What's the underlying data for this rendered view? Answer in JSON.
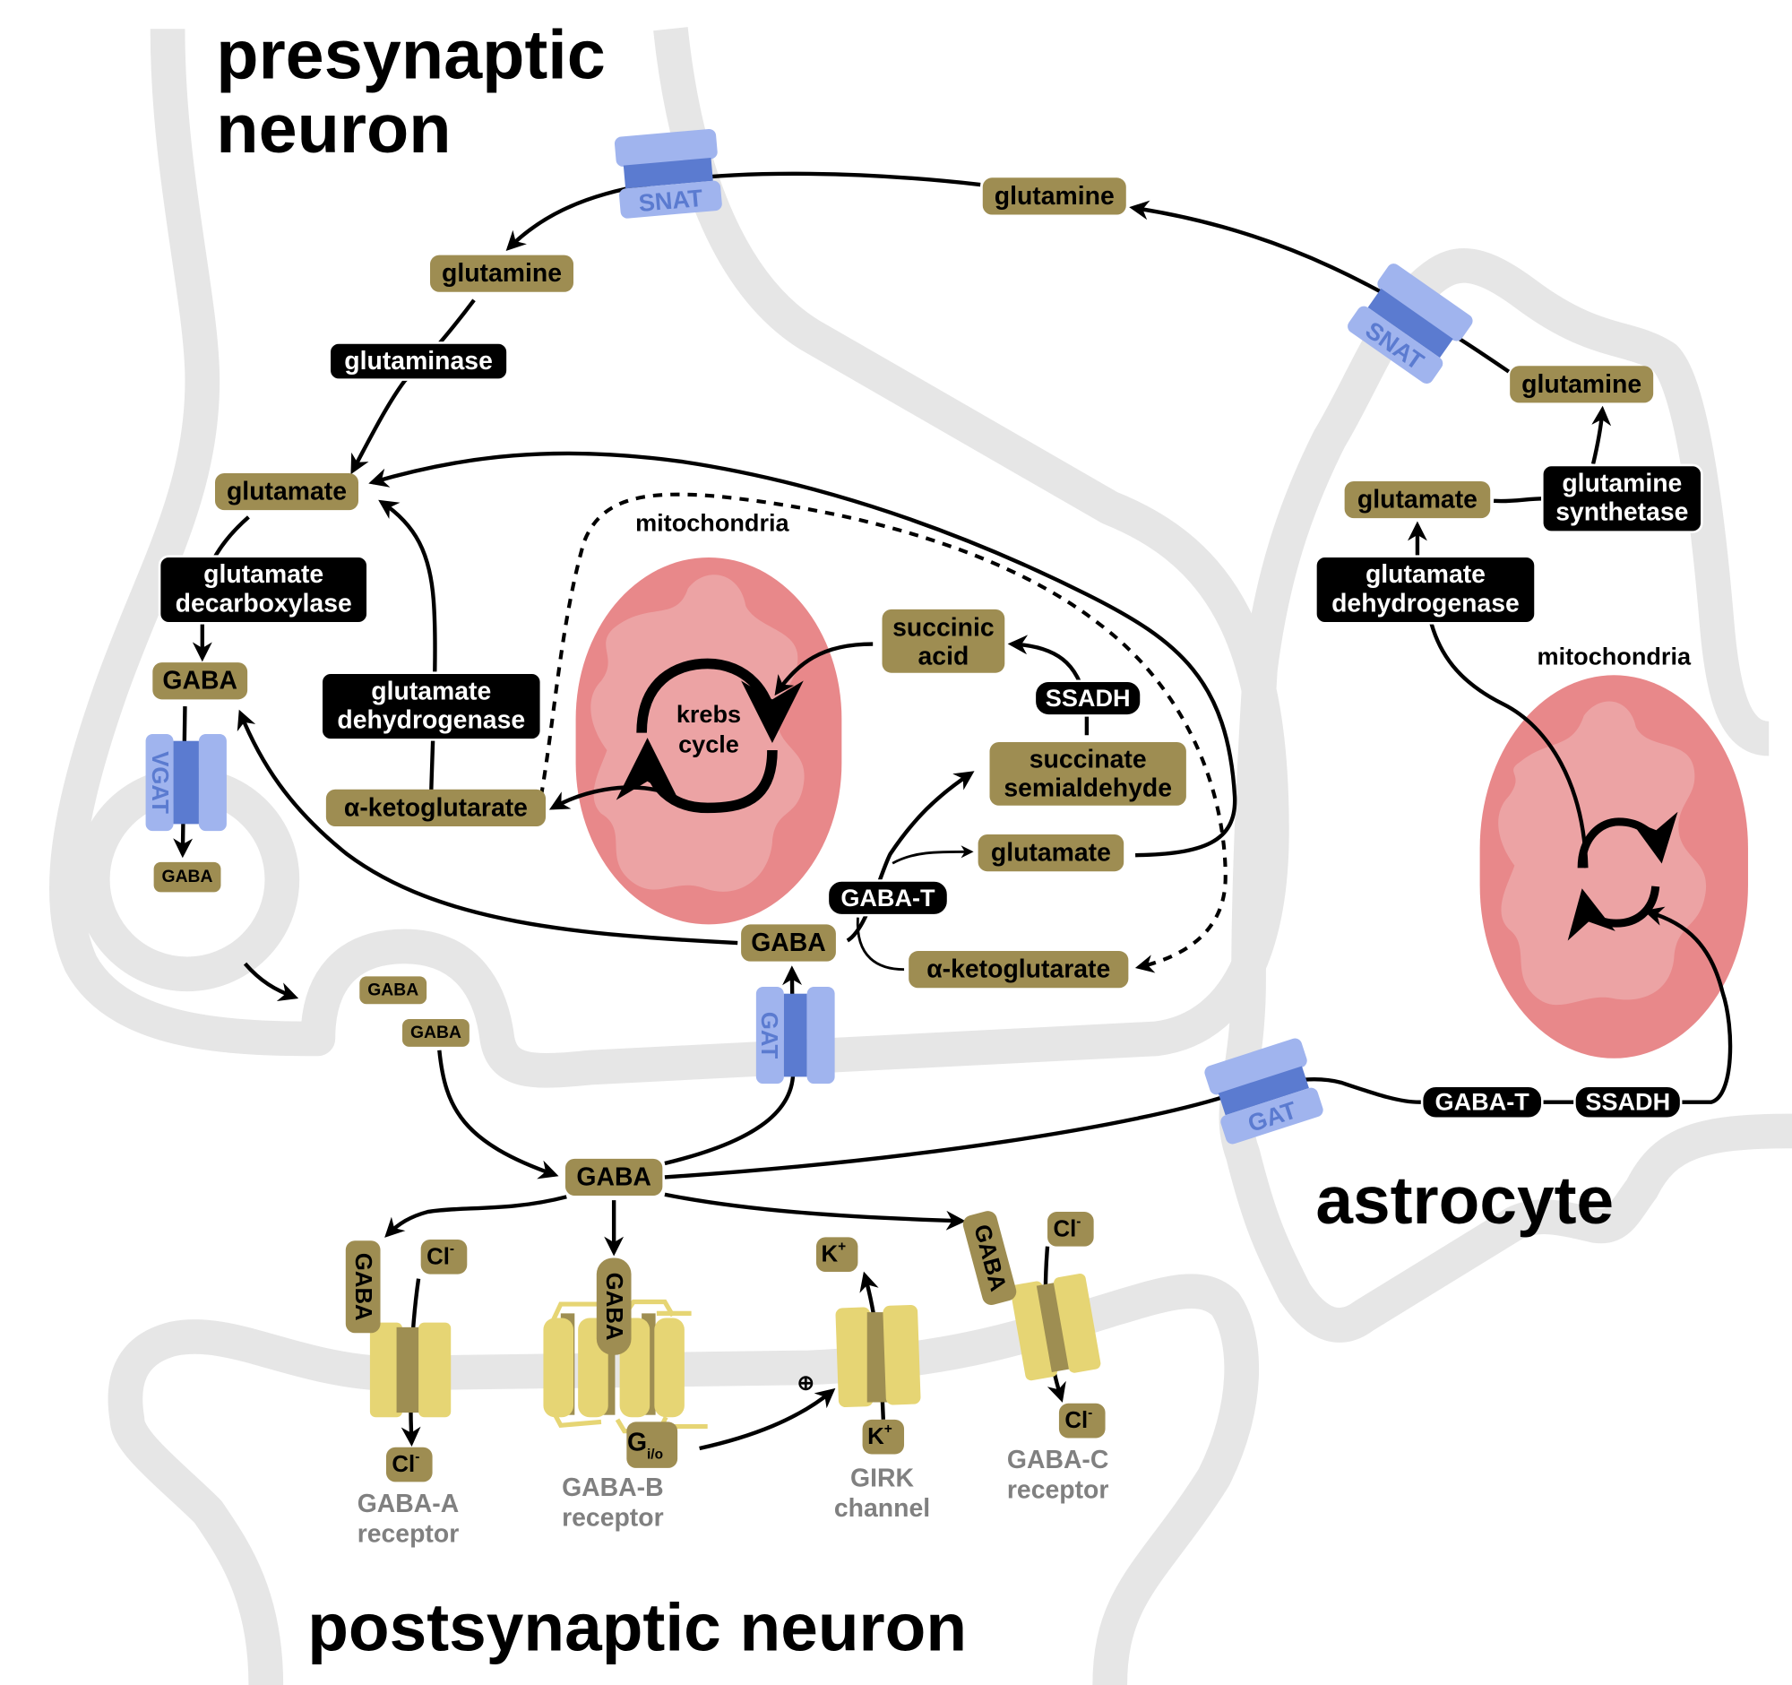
{
  "titles": {
    "presynaptic_line1": "presynaptic",
    "presynaptic_line2": "neuron",
    "astrocyte": "astrocyte",
    "postsynaptic": "postsynaptic neuron"
  },
  "colors": {
    "molecule": "#9e8d52",
    "enzyme": "#000000",
    "transporter_light": "#a0b4ee",
    "transporter_dark": "#5b7bd0",
    "receptor_light": "#e6d574",
    "receptor_dark": "#9e8e52",
    "membrane": "#e6e6e6",
    "mito_outer": "#e8888a",
    "mito_inner": "#eca3a4",
    "receptor_label": "#808080"
  },
  "presynaptic": {
    "molecules": {
      "glutamine_cleft": "glutamine",
      "glutamine_inside": "glutamine",
      "glutamate": "glutamate",
      "gaba_cytosol": "GABA",
      "gaba_vesicle": "GABA",
      "alpha_kg_left": "α-ketoglutarate",
      "succinic_acid_1": "succinic",
      "succinic_acid_2": "acid",
      "ssa_1": "succinate",
      "ssa_2": "semialdehyde",
      "glutamate_right": "glutamate",
      "gaba_center": "GABA",
      "alpha_kg_right": "α-ketoglutarate"
    },
    "enzymes": {
      "glutaminase": "glutaminase",
      "gad_1": "glutamate",
      "gad_2": "decarboxylase",
      "gdh_1": "glutamate",
      "gdh_2": "dehydrogenase",
      "ssadh": "SSADH",
      "gaba_t": "GABA-T"
    },
    "transporters": {
      "snat": "SNAT",
      "vgat": "VGAT",
      "gat": "GAT"
    },
    "mitochondria_label": "mitochondria",
    "krebs_1": "krebs",
    "krebs_2": "cycle"
  },
  "cleft": {
    "gaba_1": "GABA",
    "gaba_2": "GABA",
    "gaba_main": "GABA"
  },
  "astrocyte": {
    "molecules": {
      "glutamine": "glutamine",
      "glutamate": "glutamate"
    },
    "enzymes": {
      "gs_1": "glutamine",
      "gs_2": "synthetase",
      "gdh_1": "glutamate",
      "gdh_2": "dehydrogenase",
      "gaba_t": "GABA-T",
      "ssadh": "SSADH"
    },
    "transporters": {
      "snat": "SNAT",
      "gat": "GAT"
    },
    "mitochondria_label": "mitochondria"
  },
  "postsynaptic": {
    "gaba_a": {
      "ligand": "GABA",
      "ion_in": "Cl",
      "ion_out": "Cl",
      "charge": "-",
      "label_1": "GABA-A",
      "label_2": "receptor"
    },
    "gaba_b": {
      "ligand": "GABA",
      "g_protein": "G",
      "g_sub": "i/o",
      "label_1": "GABA-B",
      "label_2": "receptor"
    },
    "girk": {
      "ion_top": "K",
      "ion_bottom": "K",
      "charge": "+",
      "plus_symbol": "⊕",
      "label_1": "GIRK",
      "label_2": "channel"
    },
    "gaba_c": {
      "ligand": "GABA",
      "ion_in": "Cl",
      "ion_out": "Cl",
      "charge": "-",
      "label_1": "GABA-C",
      "label_2": "receptor"
    }
  }
}
